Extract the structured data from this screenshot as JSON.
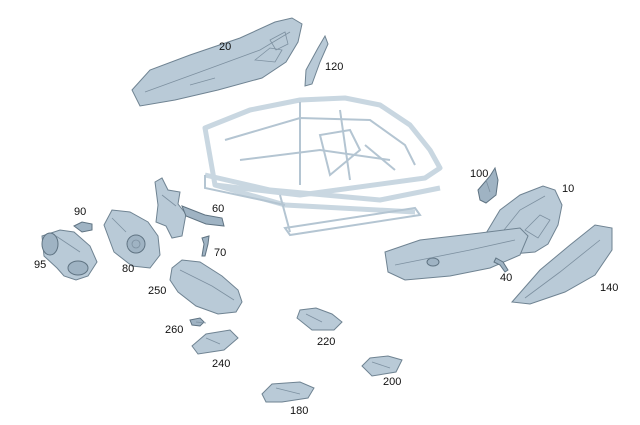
{
  "callouts": {
    "p10": "10",
    "p20": "20",
    "p40": "40",
    "p60": "60",
    "p70": "70",
    "p80": "80",
    "p90": "90",
    "p95": "95",
    "p100": "100",
    "p120": "120",
    "p140": "140",
    "p180": "180",
    "p200": "200",
    "p220": "220",
    "p240": "240",
    "p250": "250",
    "p260": "260"
  }
}
